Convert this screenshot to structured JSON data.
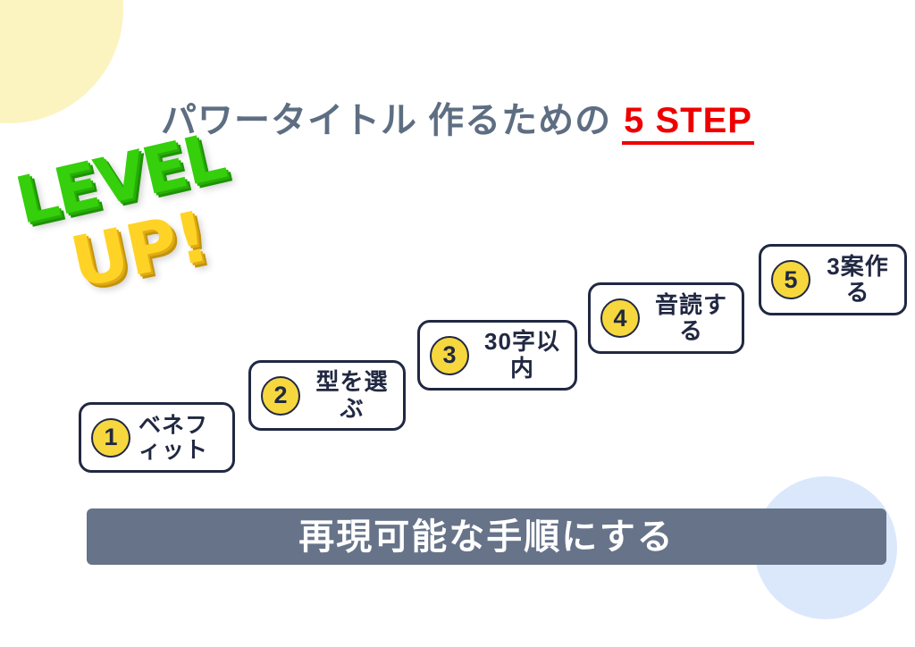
{
  "title": {
    "main": "パワータイトル 作るための",
    "highlight": "5 STEP"
  },
  "sticker": {
    "line1": "LEVEL",
    "line2": "UP!"
  },
  "steps": [
    {
      "number": "1",
      "label": "ベネフ\nィット"
    },
    {
      "number": "2",
      "label": "型を選ぶ"
    },
    {
      "number": "3",
      "label": "30字以内"
    },
    {
      "number": "4",
      "label": "音読する"
    },
    {
      "number": "5",
      "label": "3案作る"
    }
  ],
  "banner": {
    "text": "再現可能な手順にする"
  },
  "colors": {
    "title_text": "#5e6e82",
    "accent_red": "#ee0000",
    "box_navy": "#212842",
    "step_yellow": "#f6d73e",
    "banner_gray": "#667389",
    "sticker_green": "#35cf0c",
    "sticker_gold": "#ffd326",
    "decor_yellow": "#fbf4c0",
    "decor_blue": "#dbe8fc"
  }
}
